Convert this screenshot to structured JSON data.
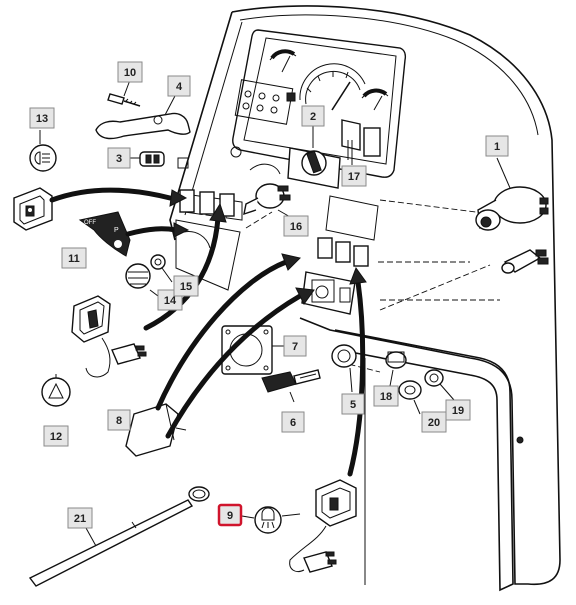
{
  "labels": [
    "1",
    "2",
    "3",
    "4",
    "5",
    "6",
    "7",
    "8",
    "9",
    "10",
    "11",
    "12",
    "13",
    "14",
    "15",
    "16",
    "17",
    "18",
    "19",
    "20",
    "21"
  ],
  "highlight": {
    "label": "9",
    "color": "#d0142c"
  },
  "gauge_text": {
    "off": "OFF",
    "p": "P"
  }
}
